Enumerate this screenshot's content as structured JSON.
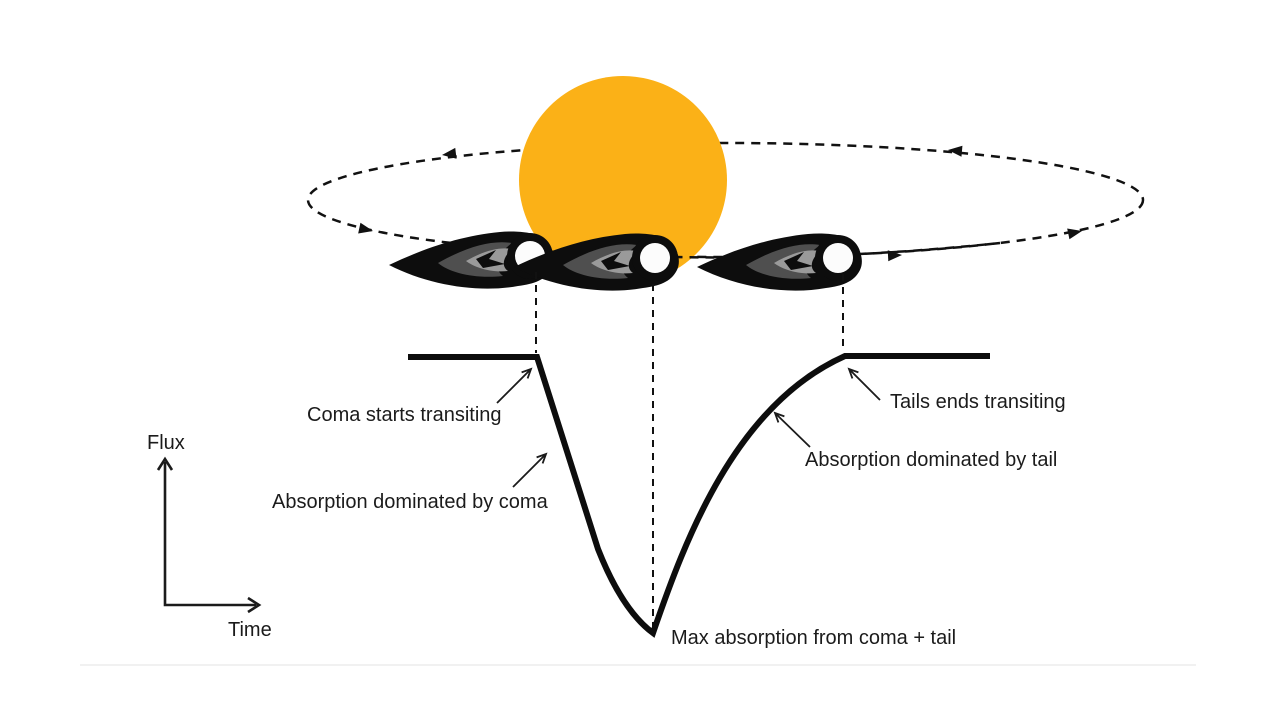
{
  "scene": {
    "description": "Schematic diagram of an exocomet transiting a star and the resulting stellar light curve",
    "star_color": "#FBB117",
    "orbit_line_color": "#111111",
    "curve_color": "#0d0d0d",
    "comet": {
      "tail_color": "#0d0d0d",
      "flame_dark": "#4f4f4f",
      "flame_light": "#9a9a9a",
      "nucleus_color": "#fcfcfc"
    },
    "baseline_color": "#f1f1f1"
  },
  "axes": {
    "y_label": "Flux",
    "x_label": "Time"
  },
  "annotations": {
    "coma_starts": "Coma starts transiting",
    "absorption_coma": "Absorption dominated by coma",
    "tail_ends": "Tails ends transiting",
    "absorption_tail": "Absorption dominated by tail",
    "max_absorption": "Max absorption from coma + tail"
  },
  "light_curve": {
    "type": "schematic line",
    "x_axis": "Time",
    "y_axis": "Flux",
    "axes_unlabeled": true,
    "phases": [
      "flat baseline before transit",
      "steep flux drop once coma starts transiting (absorption dominated by coma)",
      "sharp minimum: max absorption from coma + tail",
      "gradual curved recovery (absorption dominated by tail)",
      "flat baseline after tail ends transiting"
    ]
  }
}
